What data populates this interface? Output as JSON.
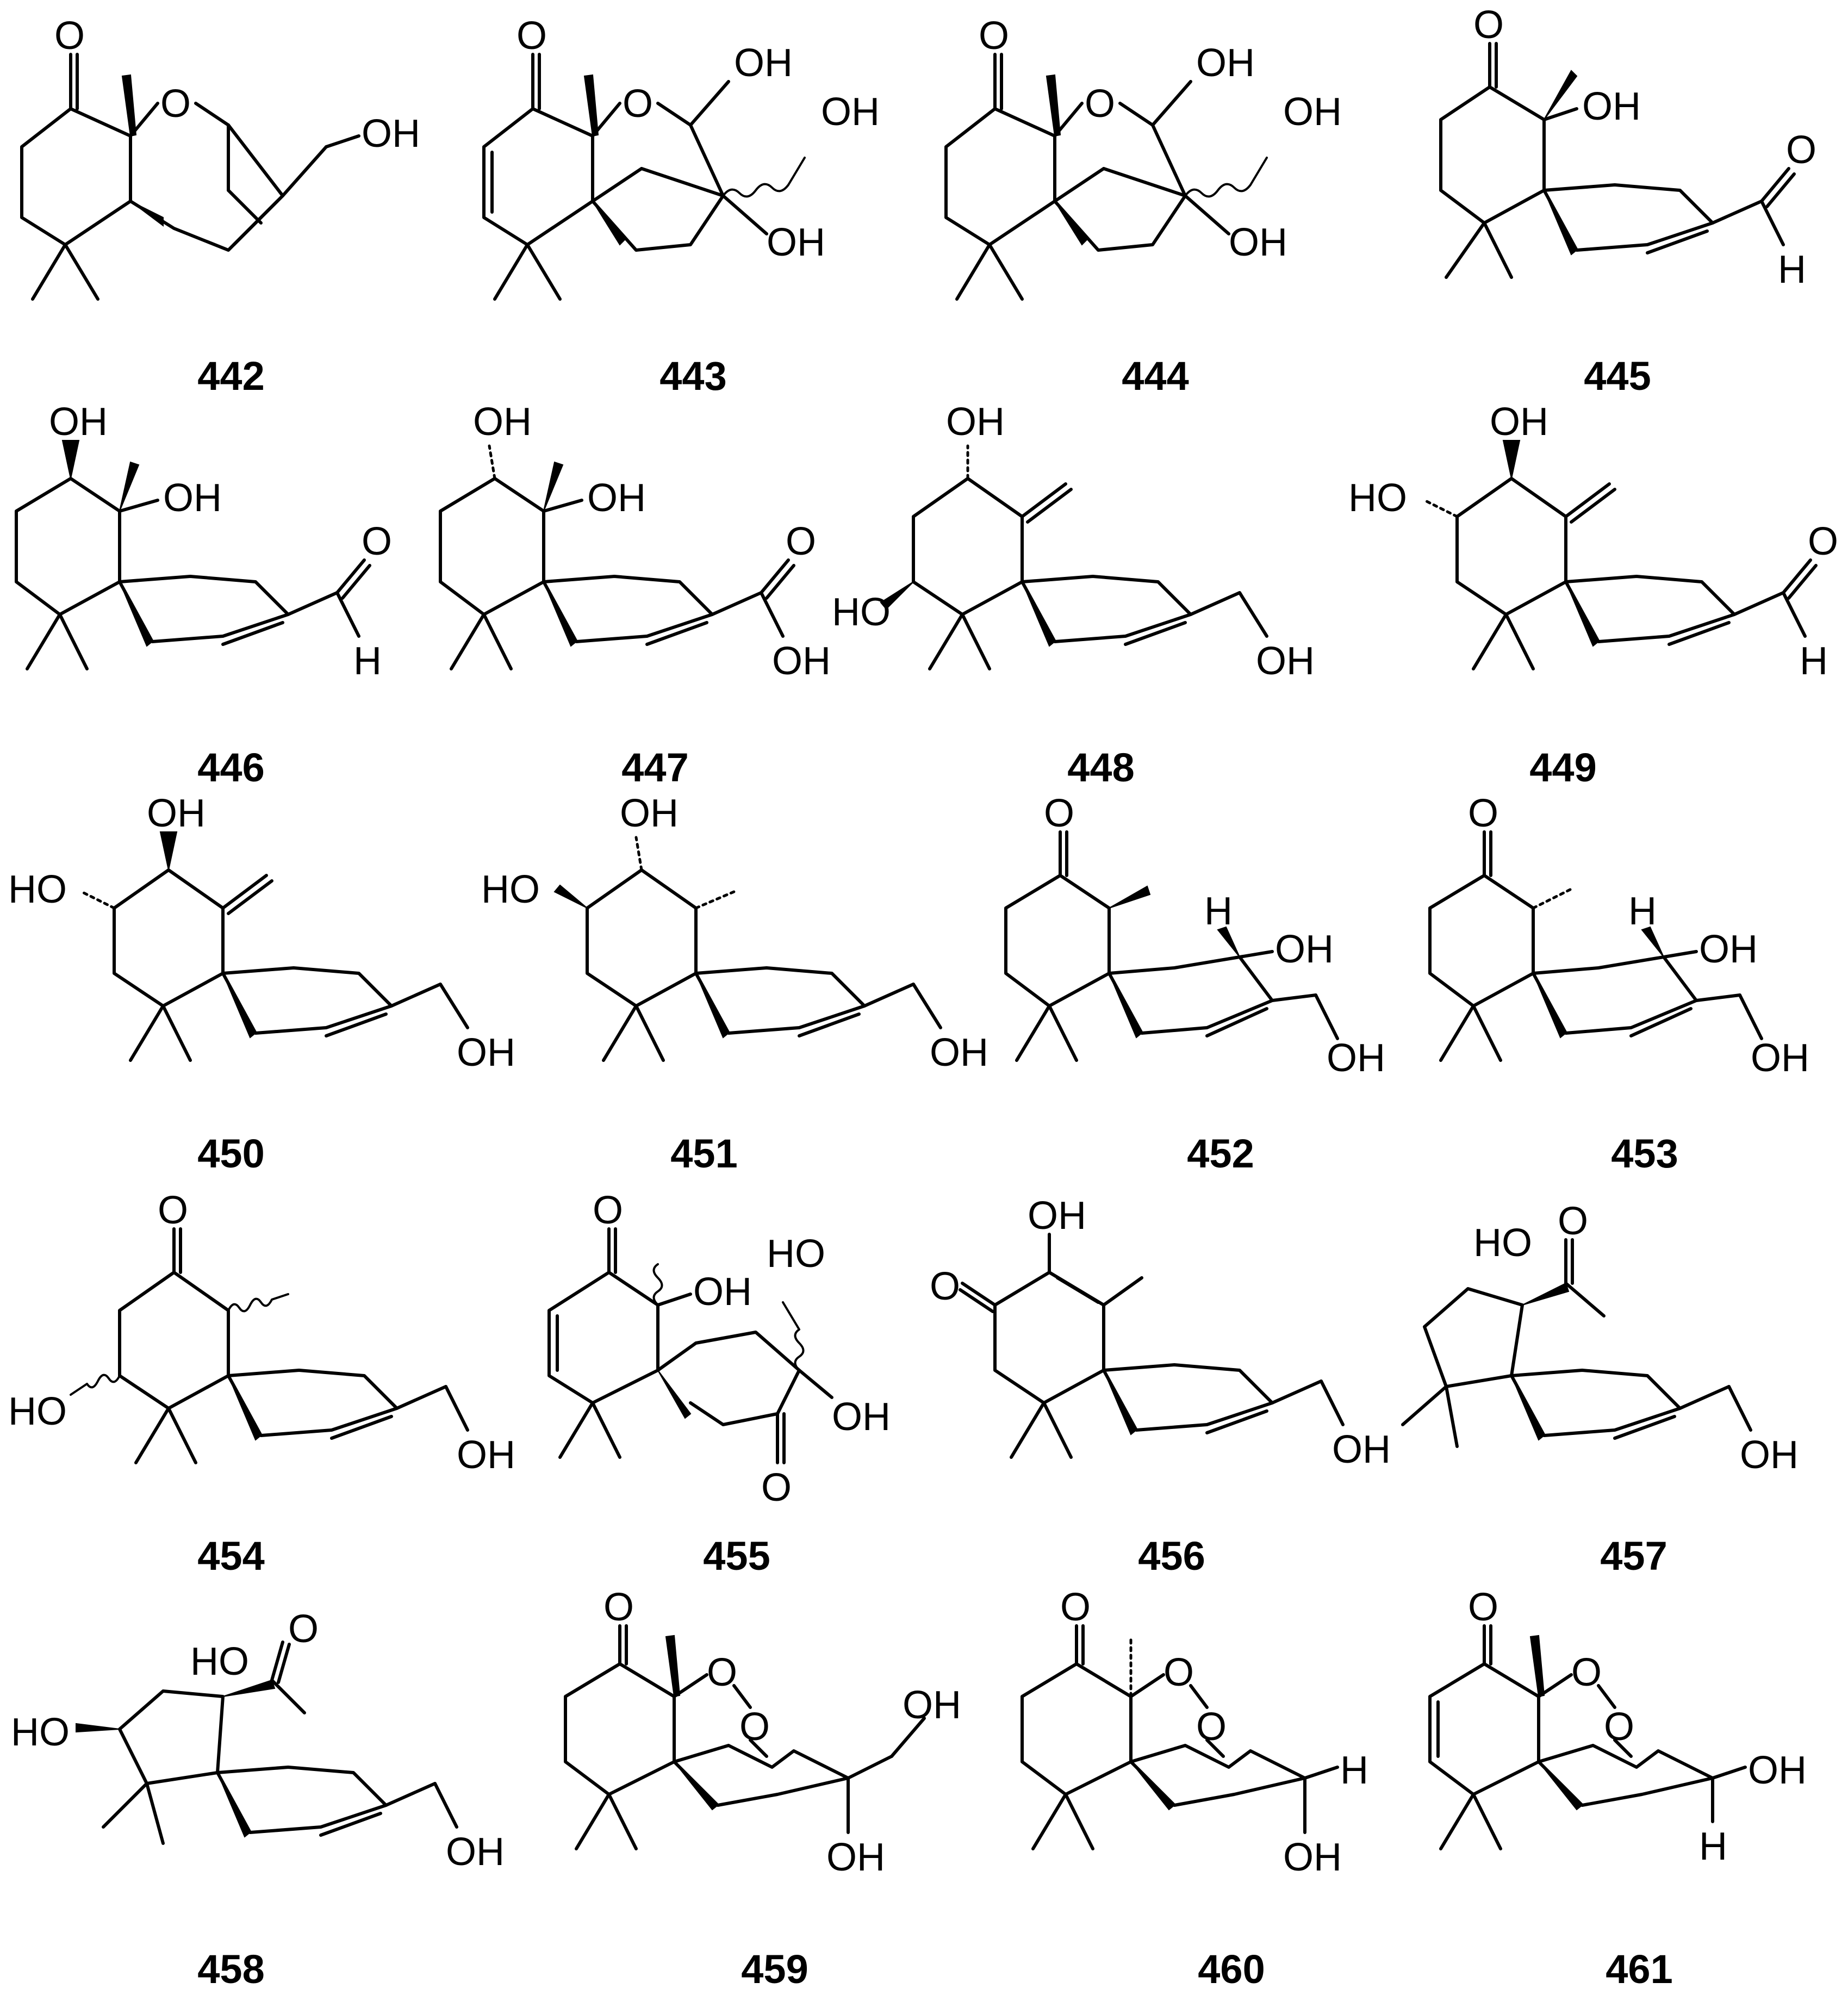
{
  "compounds": [
    {
      "id": "442",
      "labels": [
        "O",
        "O",
        "OH"
      ]
    },
    {
      "id": "443",
      "labels": [
        "O",
        "O",
        "OH",
        "OH",
        "OH"
      ]
    },
    {
      "id": "444",
      "labels": [
        "O",
        "O",
        "OH",
        "OH",
        "OH"
      ]
    },
    {
      "id": "445",
      "labels": [
        "O",
        "OH",
        "O",
        "H"
      ]
    },
    {
      "id": "446",
      "labels": [
        "OH",
        "OH",
        "O",
        "H"
      ]
    },
    {
      "id": "447",
      "labels": [
        "OH",
        "OH",
        "O",
        "OH"
      ]
    },
    {
      "id": "448",
      "labels": [
        "OH",
        "HO",
        "OH"
      ]
    },
    {
      "id": "449",
      "labels": [
        "HO",
        "OH",
        "O",
        "H"
      ]
    },
    {
      "id": "450",
      "labels": [
        "HO",
        "OH",
        "OH"
      ]
    },
    {
      "id": "451",
      "labels": [
        "HO",
        "OH",
        "OH"
      ]
    },
    {
      "id": "452",
      "labels": [
        "O",
        "H",
        "OH",
        "OH"
      ]
    },
    {
      "id": "453",
      "labels": [
        "O",
        "H",
        "OH",
        "OH"
      ]
    },
    {
      "id": "454",
      "labels": [
        "O",
        "HO",
        "OH"
      ]
    },
    {
      "id": "455",
      "labels": [
        "O",
        "OH",
        "HO",
        "OH",
        "O"
      ]
    },
    {
      "id": "456",
      "labels": [
        "OH",
        "O",
        "OH"
      ]
    },
    {
      "id": "457",
      "labels": [
        "HO",
        "O",
        "OH"
      ]
    },
    {
      "id": "458",
      "labels": [
        "HO",
        "O",
        "HO",
        "OH"
      ]
    },
    {
      "id": "459",
      "labels": [
        "O",
        "O",
        "O",
        "OH",
        "OH"
      ]
    },
    {
      "id": "460",
      "labels": [
        "O",
        "O",
        "O",
        "H",
        "OH"
      ]
    },
    {
      "id": "461",
      "labels": [
        "O",
        "O",
        "O",
        "OH",
        "H"
      ]
    }
  ]
}
